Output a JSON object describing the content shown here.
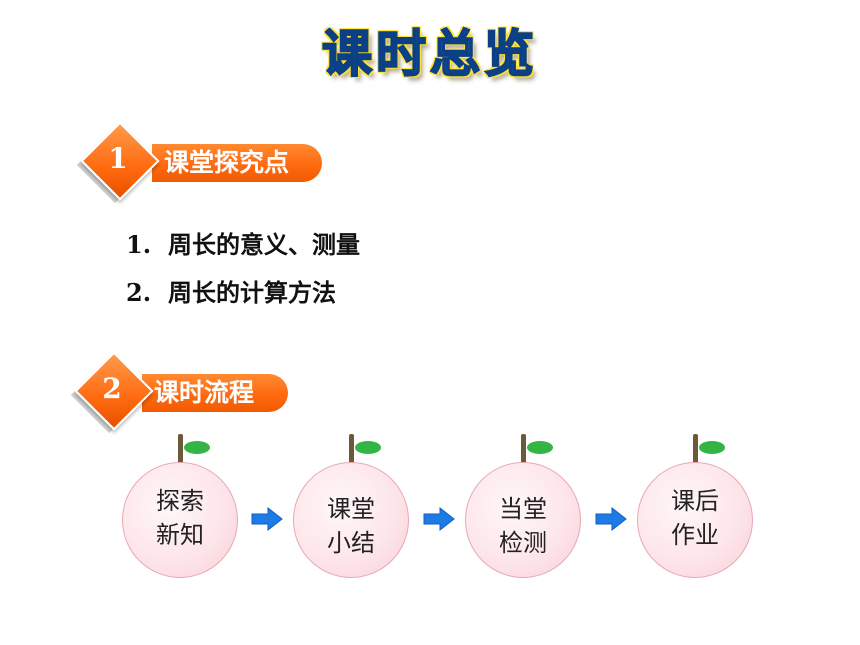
{
  "title": "课时总览",
  "sections": [
    {
      "number": "1",
      "label": "课堂探究点"
    },
    {
      "number": "2",
      "label": "课时流程"
    }
  ],
  "points": [
    {
      "num": "1.",
      "text": "周长的意义、测量"
    },
    {
      "num": "2.",
      "text": "周长的计算方法"
    }
  ],
  "flow": [
    {
      "line1": "探索",
      "line2": "新知"
    },
    {
      "line1": "课堂",
      "line2": "小结"
    },
    {
      "line1": "当堂",
      "line2": "检测"
    },
    {
      "line1": "课后",
      "line2": "作业"
    }
  ],
  "colors": {
    "accent": "#ff6a10",
    "title": "#1e63b8",
    "arrow": "#1e7be6",
    "leaf": "#33b444"
  }
}
